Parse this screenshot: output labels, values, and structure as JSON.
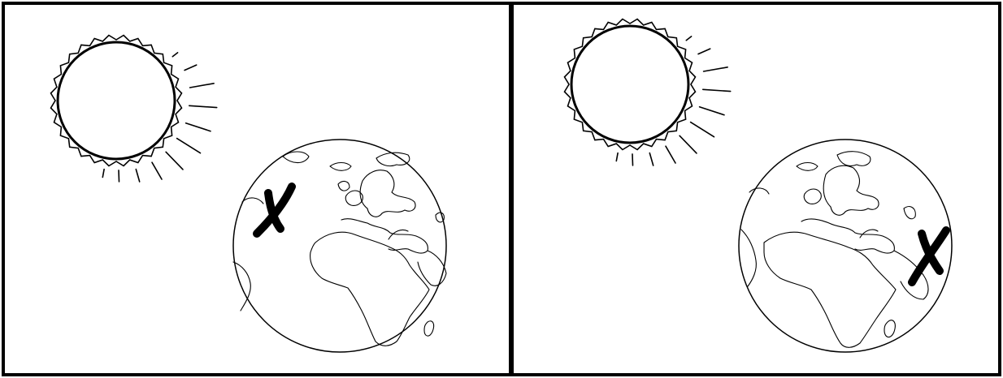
{
  "figure": {
    "panel_count": 2,
    "line_color": "#000000",
    "background": "#ffffff"
  },
  "panels": [
    {
      "id": "left",
      "icons": [
        "sun-icon",
        "earth-globe-icon",
        "x-mark-icon"
      ],
      "marker_region": "north-atlantic-ocean-west-of-europe"
    },
    {
      "id": "right",
      "icons": [
        "sun-icon",
        "earth-globe-icon",
        "x-mark-icon"
      ],
      "marker_region": "east-africa-horn"
    }
  ]
}
